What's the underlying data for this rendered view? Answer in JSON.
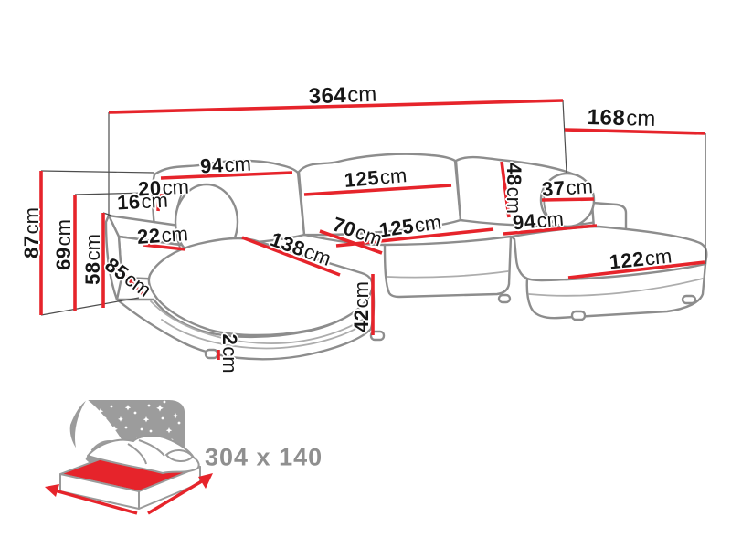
{
  "diagram": {
    "title": "corner-sofa-dimension-diagram",
    "dims": [
      {
        "name": "total-width",
        "value": "364",
        "unit": "cm"
      },
      {
        "name": "total-depth",
        "value": "168",
        "unit": "cm"
      },
      {
        "name": "backrest-left-width",
        "value": "94",
        "unit": "cm"
      },
      {
        "name": "backrest-center-width",
        "value": "125",
        "unit": "cm"
      },
      {
        "name": "backrest-height",
        "value": "48",
        "unit": "cm"
      },
      {
        "name": "bolster-diameter",
        "value": "37",
        "unit": "cm"
      },
      {
        "name": "seat-right-width",
        "value": "94",
        "unit": "cm"
      },
      {
        "name": "seat-center-width",
        "value": "125",
        "unit": "cm"
      },
      {
        "name": "seat-depth",
        "value": "70",
        "unit": "cm"
      },
      {
        "name": "armrest-top-gap",
        "value": "20",
        "unit": "cm"
      },
      {
        "name": "armrest-inner-gap",
        "value": "16",
        "unit": "cm"
      },
      {
        "name": "armrest-width",
        "value": "22",
        "unit": "cm"
      },
      {
        "name": "chaise-left-length",
        "value": "138",
        "unit": "cm"
      },
      {
        "name": "chaise-left-front",
        "value": "85",
        "unit": "cm"
      },
      {
        "name": "chaise-right-length",
        "value": "122",
        "unit": "cm"
      },
      {
        "name": "base-height",
        "value": "42",
        "unit": "cm"
      },
      {
        "name": "foot-height",
        "value": "2",
        "unit": "cm"
      },
      {
        "name": "height-total",
        "value": "87",
        "unit": "cm"
      },
      {
        "name": "height-armrest",
        "value": "69",
        "unit": "cm"
      },
      {
        "name": "height-seat",
        "value": "58",
        "unit": "cm"
      }
    ],
    "bed_size": "304 x 140",
    "colors": {
      "dimension_red": "#e6242b",
      "outline_gray": "#8d8d8d",
      "label_black": "#161616",
      "bed_text_gray": "#8f8f8f",
      "sky_gray": "#9c9c9c"
    }
  }
}
